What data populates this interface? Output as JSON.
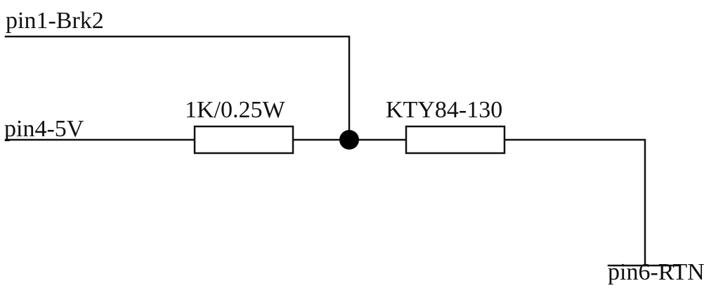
{
  "nets": {
    "pin1": "pin1-Brk2",
    "pin4": "pin4-5V",
    "pin6": "pin6-RTN"
  },
  "components": {
    "r1": {
      "value": "1K/0.25W"
    },
    "r2": {
      "value": "KTY84-130"
    }
  },
  "colors": {
    "ink": "#111111",
    "background": "#ffffff"
  }
}
